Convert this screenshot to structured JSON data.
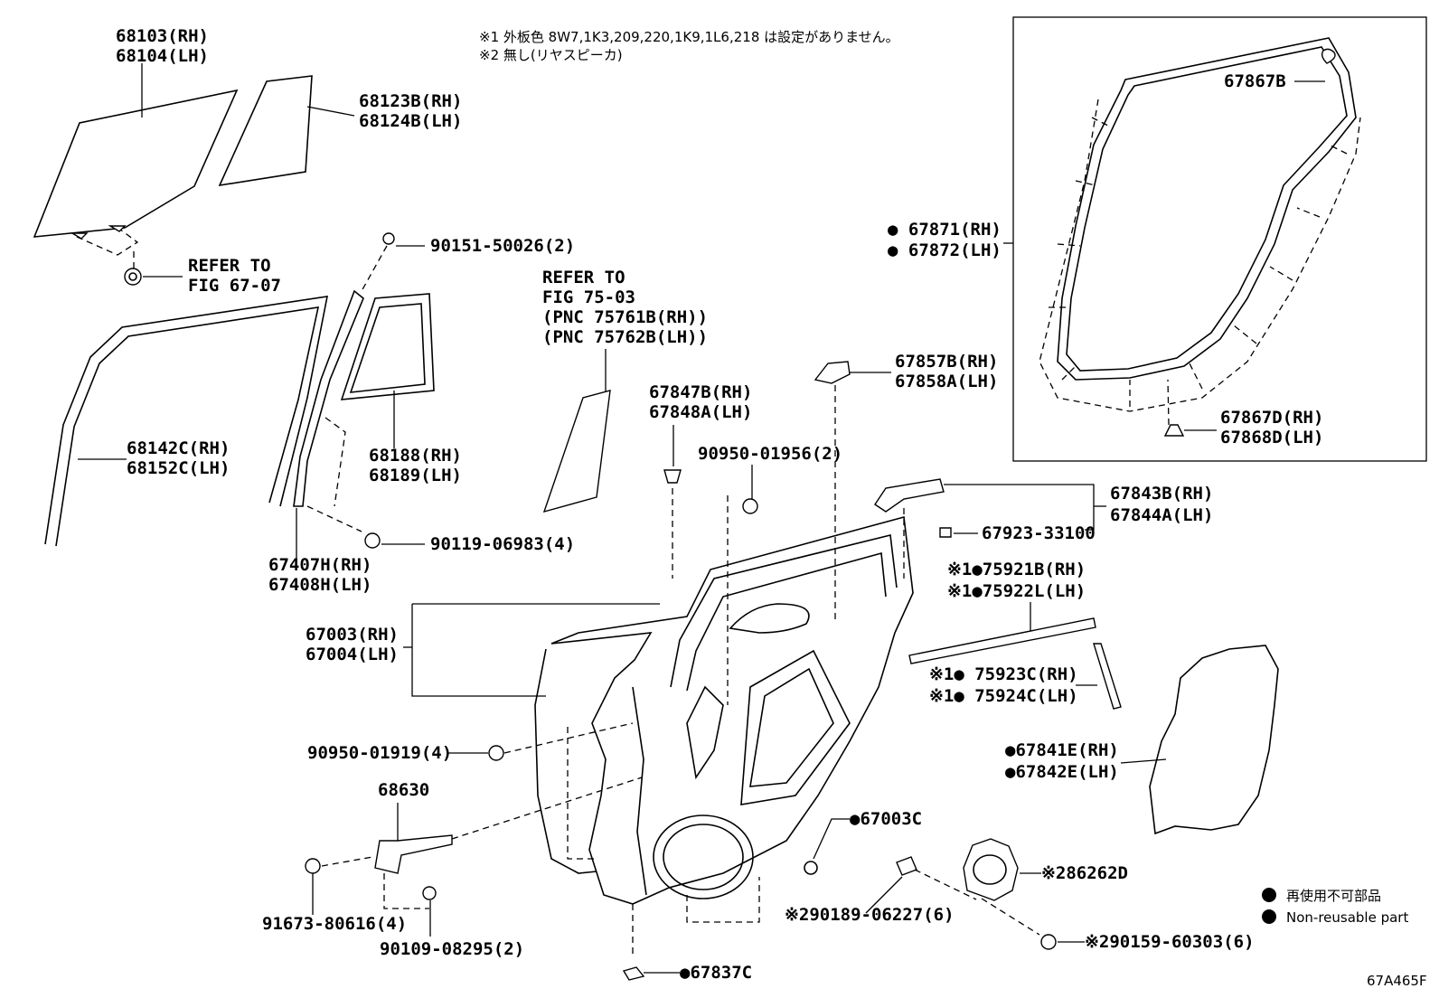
{
  "notes": {
    "n1": "※1 外板色 8W7,1K3,209,220,1K9,1L6,218 は設定がありません。",
    "n2": "※2 無し(リヤスピーカ)"
  },
  "labels": {
    "p68103": "68103(RH)",
    "p68104": "68104(LH)",
    "p68123B": "68123B(RH)",
    "p68124B": "68124B(LH)",
    "refer1a": "REFER TO",
    "refer1b": "FIG 67-07",
    "p90151": "90151-50026(2)",
    "refer2a": "REFER TO",
    "refer2b": "FIG 75-03",
    "refer2c": "(PNC 75761B(RH))",
    "refer2d": "(PNC 75762B(LH))",
    "p68142C": "68142C(RH)",
    "p68152C": "68152C(LH)",
    "p68188": "68188(RH)",
    "p68189": "68189(LH)",
    "p67847B": "67847B(RH)",
    "p67848A": "67848A(LH)",
    "p90950_01956": "90950-01956(2)",
    "p67857B": "67857B(RH)",
    "p67858A": "67858A(LH)",
    "p90119": "90119-06983(4)",
    "p67407H": "67407H(RH)",
    "p67408H": "67408H(LH)",
    "p67843B": "67843B(RH)",
    "p67844A": "67844A(LH)",
    "p67923": "67923-33100",
    "p75921B": "※1●75921B(RH)",
    "p75922L": "※1●75922L(LH)",
    "p67003": "67003(RH)",
    "p67004": "67004(LH)",
    "p75923C": "※1● 75923C(RH)",
    "p75924C": "※1● 75924C(LH)",
    "p90950_01919": "90950-01919(4)",
    "p67841E": "●67841E(RH)",
    "p67842E": "●67842E(LH)",
    "p68630": "68630",
    "p67003C": "●67003C",
    "p86262D": "※286262D",
    "p91673": "91673-80616(4)",
    "p90189": "※290189-06227(6)",
    "p90109": "90109-08295(2)",
    "p90159": "※290159-60303(6)",
    "p67837C": "●67837C",
    "p67867B": "67867B",
    "p67871": "● 67871(RH)",
    "p67872": "● 67872(LH)",
    "p67867D": "67867D(RH)",
    "p67868D": "67868D(LH)"
  },
  "legend": {
    "jp": "再使用不可部品",
    "en": "Non-reusable part"
  },
  "figure_code": "67A465F"
}
